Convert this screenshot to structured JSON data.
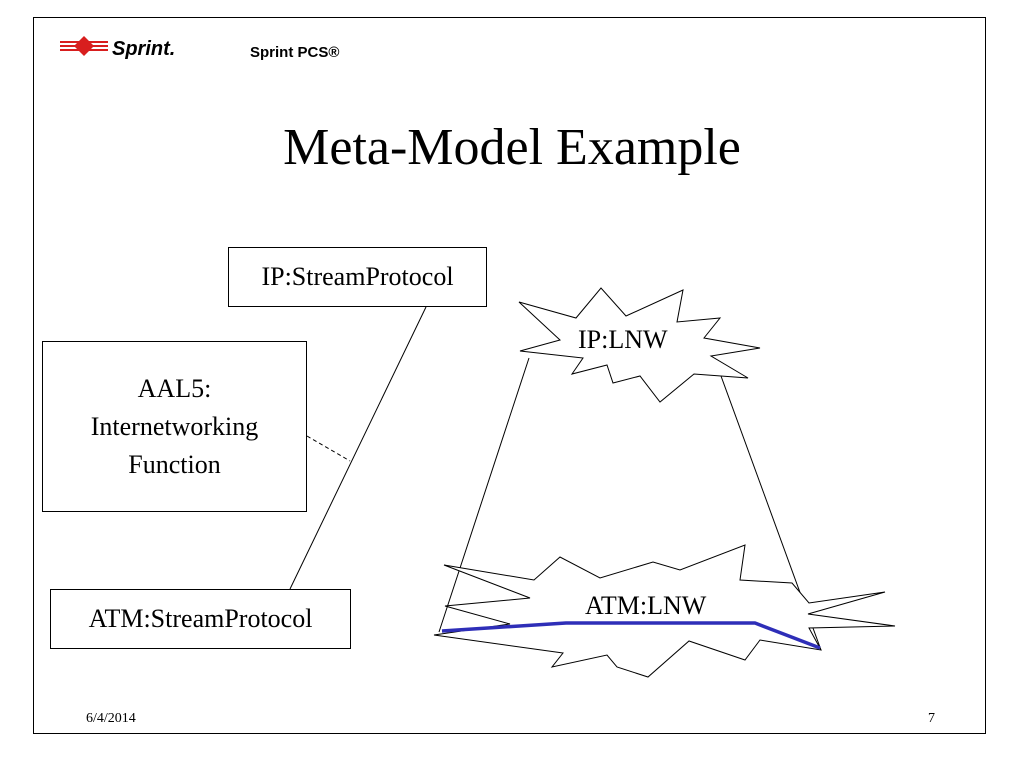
{
  "slide": {
    "title": "Meta-Model Example",
    "logo_sprint": "Sprint.",
    "logo_pcs": "Sprint PCS®",
    "footer_date": "6/4/2014",
    "footer_page": "7",
    "accent_color": "#d81e1e",
    "path_color": "#2e2eb8"
  },
  "diagram": {
    "ip_stream_protocol": "IP:StreamProtocol",
    "aal5_lines": [
      "AAL5:",
      "Internetworking",
      "Function"
    ],
    "atm_stream_protocol": "ATM:StreamProtocol",
    "ip_lnw": "IP:LNW",
    "atm_lnw": "ATM:LNW"
  }
}
